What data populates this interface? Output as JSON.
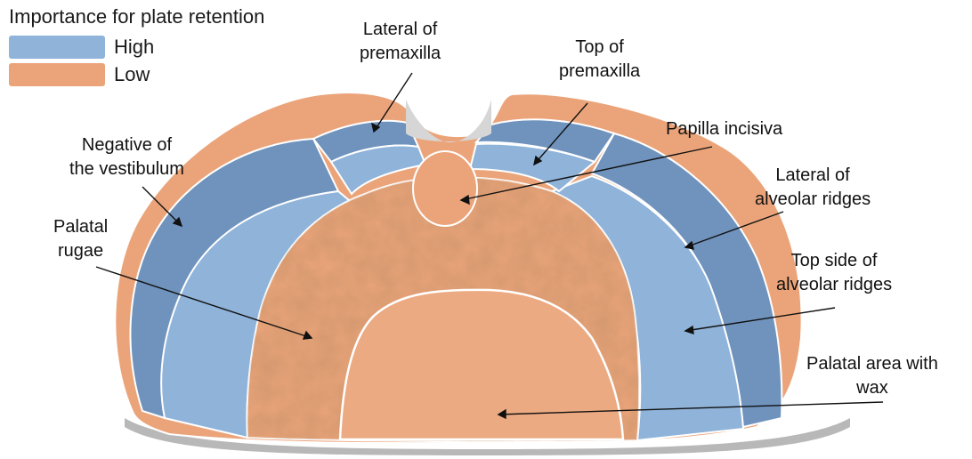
{
  "legend": {
    "title": "Importance for plate retention",
    "items": [
      {
        "label": "High",
        "color": "#8fb3d9"
      },
      {
        "label": "Low",
        "color": "#eba47a"
      }
    ]
  },
  "labels": {
    "lateral_premaxilla": [
      "Lateral of",
      "premaxilla"
    ],
    "top_premaxilla": [
      "Top of",
      "premaxilla"
    ],
    "papilla": [
      "Papilla incisiva"
    ],
    "vestibulum": [
      "Negative of",
      "the vestibulum"
    ],
    "lateral_alveolar": [
      "Lateral of",
      "alveolar ridges"
    ],
    "palatal_rugae": [
      "Palatal",
      "rugae"
    ],
    "top_alveolar": [
      "Top side of",
      "alveolar ridges"
    ],
    "palatal_wax": [
      "Palatal area with",
      "wax"
    ]
  },
  "colors": {
    "high": "#8fb3d9",
    "high_dark": "#6f93bd",
    "low": "#eba47a",
    "low_dark": "#d98c5e",
    "border": "#ffffff",
    "base": "#c8c8c8"
  }
}
